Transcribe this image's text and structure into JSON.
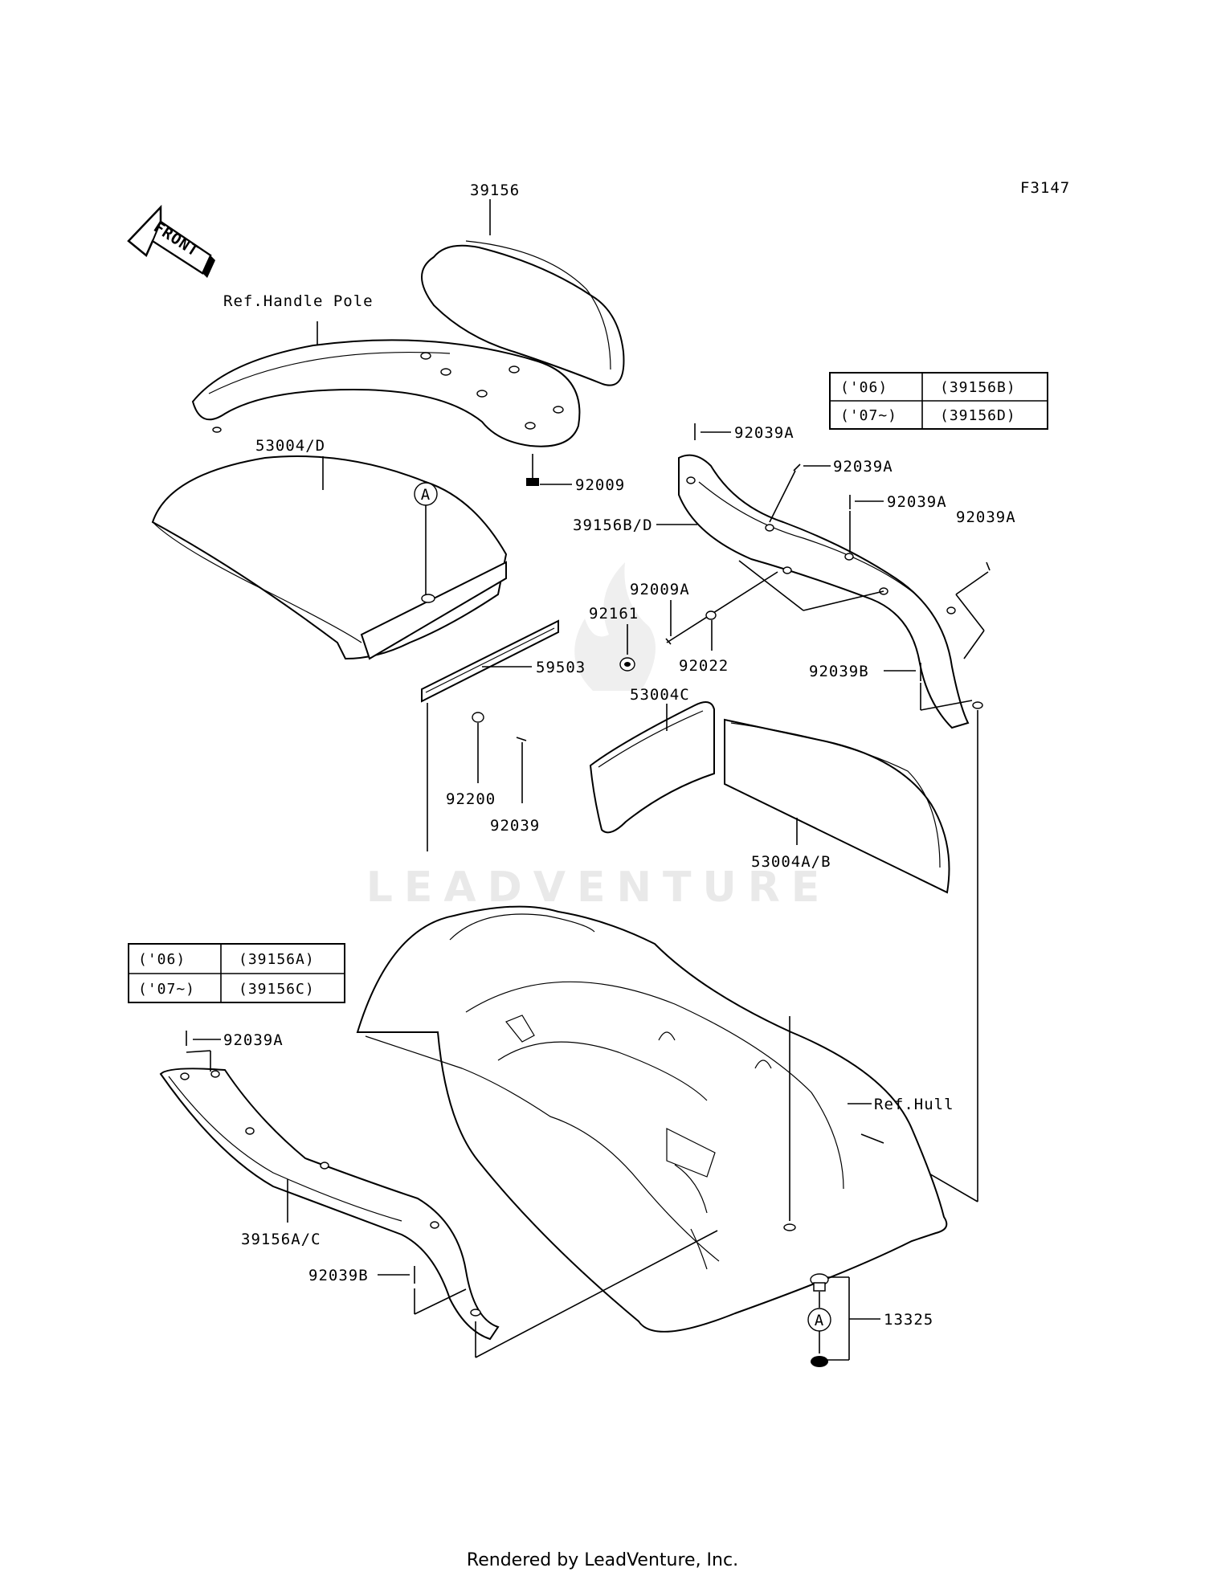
{
  "diagram_code": "F3147",
  "front_label": "FRONT",
  "watermark": "LEADVENTURE",
  "footer": "Rendered by LeadVenture, Inc.",
  "callouts": {
    "p39156": "39156",
    "ref_handle_pole": "Ref.Handle Pole",
    "p53004d": "53004/D",
    "pA_top": "A",
    "p92009": "92009",
    "p92039a_1": "92039A",
    "p92039a_2": "92039A",
    "p92039a_3": "92039A",
    "p92039a_4": "92039A",
    "p39156bd": "39156B/D",
    "p92009a": "92009A",
    "p92161": "92161",
    "p92022": "92022",
    "p92039b_r": "92039B",
    "p59503": "59503",
    "p53004c": "53004C",
    "p92200": "92200",
    "p92039": "92039",
    "p53004ab": "53004A/B",
    "p92039a_l": "92039A",
    "ref_hull": "Ref.Hull",
    "p39156ac": "39156A/C",
    "p92039b_l": "92039B",
    "p13325": "13325",
    "pA_bottom": "A"
  },
  "year_table_right": {
    "rows": [
      {
        "year": "('06)",
        "part": "(39156B)"
      },
      {
        "year": "('07~)",
        "part": "(39156D)"
      }
    ]
  },
  "year_table_left": {
    "rows": [
      {
        "year": "('06)",
        "part": "(39156A)"
      },
      {
        "year": "('07~)",
        "part": "(39156C)"
      }
    ]
  }
}
